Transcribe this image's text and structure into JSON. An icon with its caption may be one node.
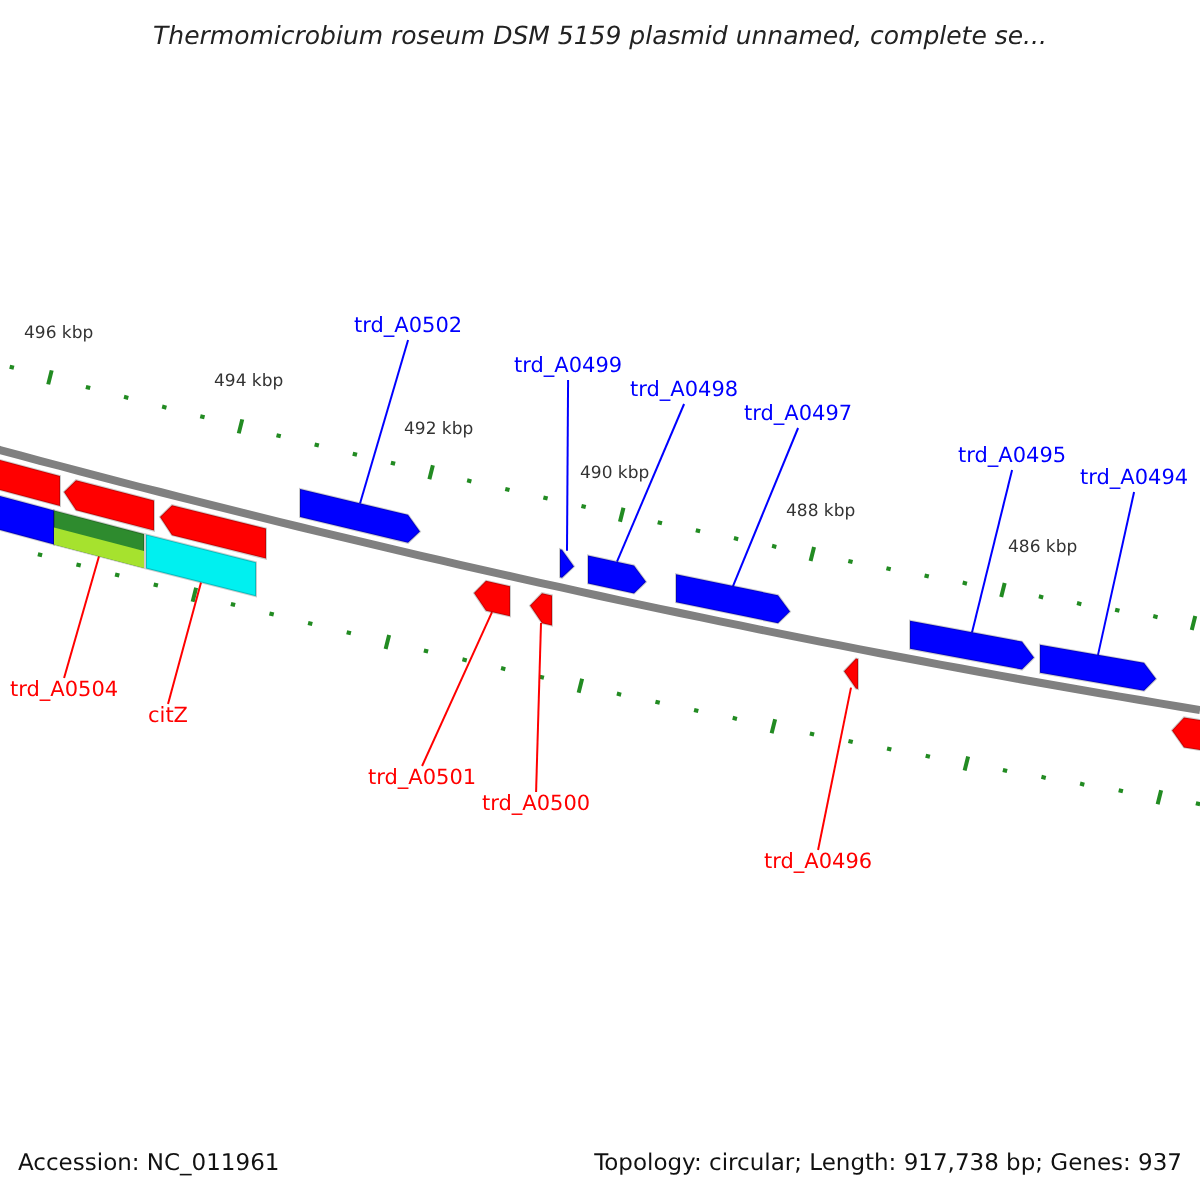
{
  "diagram": {
    "title": "Thermomicrobium roseum DSM 5159 plasmid unnamed, complete se...",
    "nodes": [
      {
        "text": [
          "trd_A0502"
        ]
      },
      {
        "text": [
          "trd_A0499"
        ]
      },
      {
        "text": [
          "trd_A0498"
        ]
      },
      {
        "text": [
          "trd_A0497"
        ]
      },
      {
        "text": [
          "trd_A0495"
        ]
      },
      {
        "text": [
          "trd_A0494"
        ]
      },
      {
        "text": [
          "trd_A0504"
        ]
      },
      {
        "text": [
          "citZ"
        ]
      },
      {
        "text": [
          "trd_A0501"
        ]
      },
      {
        "text": [
          "trd_A0500"
        ]
      },
      {
        "text": [
          "trd_A0496"
        ]
      },
      {
        "text": [],
        "shape": "arrow"
      },
      {
        "text": [],
        "shape": "arrow"
      },
      {
        "text": [],
        "shape": "arrow"
      },
      {
        "text": [],
        "shape": "arrow"
      },
      {
        "text": [],
        "shape": "arrow"
      },
      {
        "text": [],
        "shape": "arrow"
      },
      {
        "text": [],
        "shape": "arrow"
      },
      {
        "text": [],
        "shape": "arrow"
      },
      {
        "text": [],
        "shape": "arrow"
      },
      {
        "text": [],
        "shape": "arrow"
      },
      {
        "text": [],
        "shape": "arrow"
      },
      {
        "text": [],
        "shape": "arrow"
      },
      {
        "text": [],
        "shape": "arrow"
      },
      {
        "text": [],
        "shape": "arrow"
      },
      {
        "text": [],
        "shape": "arrow"
      },
      {
        "text": [],
        "shape": "arrow"
      }
    ],
    "edges": [
      {
        "from": 0,
        "to": 17,
        "arrow": "none"
      },
      {
        "from": 1,
        "to": 20,
        "arrow": "none"
      },
      {
        "from": 2,
        "to": 21,
        "arrow": "none"
      },
      {
        "from": 3,
        "to": 22,
        "arrow": "none"
      },
      {
        "from": 4,
        "to": 24,
        "arrow": "none"
      },
      {
        "from": 5,
        "to": 25,
        "arrow": "none"
      },
      {
        "from": 6,
        "to": 13,
        "arrow": "none",
        "color": "#ff0000"
      },
      {
        "from": 7,
        "to": 15,
        "arrow": "none",
        "color": "#ff0000"
      },
      {
        "from": 8,
        "to": 18,
        "arrow": "none",
        "color": "#ff0000"
      },
      {
        "from": 9,
        "to": 19,
        "arrow": "none",
        "color": "#ff0000"
      },
      {
        "from": 10,
        "to": 23,
        "arrow": "none",
        "color": "#ff0000"
      }
    ],
    "labels": [
      "496 kbp",
      "494 kbp",
      "492 kbp",
      "490 kbp",
      "488 kbp",
      "486 kbp",
      "Accession: NC_011961",
      "Topology: circular; Length: 917,738 bp; Genes: 937"
    ]
  }
}
